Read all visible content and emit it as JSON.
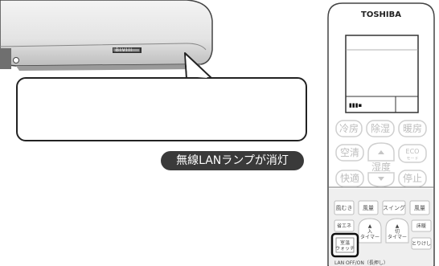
{
  "aircon": {
    "lamp_tag": "IBIVIII"
  },
  "callout": {
    "status_badge": "無線LANランプが消灯"
  },
  "remote": {
    "brand": "TOSHIBA",
    "lcd": {
      "indicator": "▮▮▮▪"
    },
    "mode_buttons": [
      "冷房",
      "除湿",
      "暖房"
    ],
    "row2": {
      "left": "空清",
      "eco": "ECO"
    },
    "row3": {
      "left": "快適",
      "stop": "停止"
    },
    "humidity_label": "湿度",
    "lower_buttons_row1": [
      "風むき",
      "風量",
      "スイング",
      "風量"
    ],
    "lower_buttons_row2": [
      "省エネ",
      "入",
      "切",
      "床暖"
    ],
    "timer_labels": [
      "タイマー",
      "タイマー",
      "とりけし"
    ],
    "highlight_button": [
      "室温",
      "ウォッチ"
    ],
    "bottom_text": "LAN OFF/ON（長押し）"
  }
}
